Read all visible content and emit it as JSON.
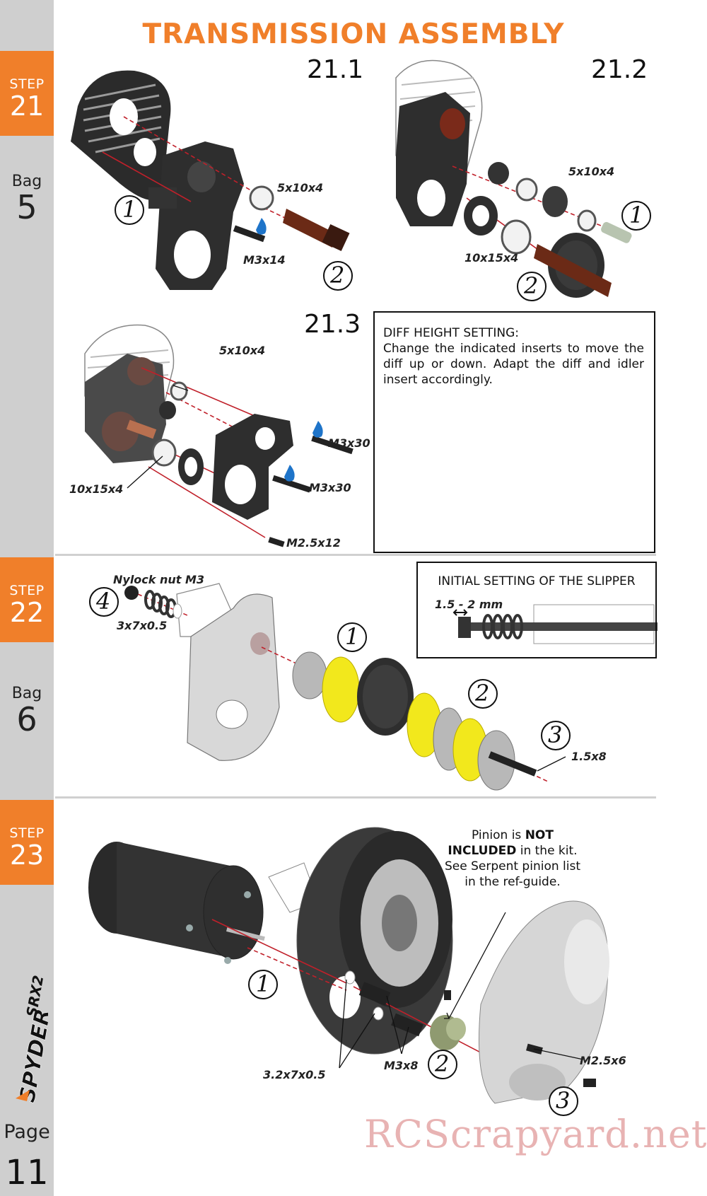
{
  "title": "TRANSMISSION ASSEMBLY",
  "steps": [
    {
      "label": "STEP",
      "number": "21",
      "bag_label": "Bag",
      "bag_number": "5"
    },
    {
      "label": "STEP",
      "number": "22",
      "bag_label": "Bag",
      "bag_number": "6"
    },
    {
      "label": "STEP",
      "number": "23"
    }
  ],
  "page": {
    "label": "Page",
    "number": "11"
  },
  "logo_text": "SPYDER SRX2",
  "substeps": {
    "s211": "21.1",
    "s212": "21.2",
    "s213": "21.3"
  },
  "diff_box": {
    "title": "DIFF HEIGHT SETTING:",
    "text": "Change the indicated inserts to move the diff up or down. Adapt the diff and idler insert accordingly."
  },
  "slipper_box": {
    "title": "INITIAL SETTING OF THE SLIPPER",
    "gap": "1.5 - 2 mm"
  },
  "part_labels": {
    "p1": "5x10x4",
    "p2": "M3x14",
    "p3": "5x10x4",
    "p4": "10x15x4",
    "p5": "5x10x4",
    "p6": "M3x30",
    "p7": "M3x30",
    "p8": "10x15x4",
    "p9": "M2.5x12",
    "p10": "Nylock nut M3",
    "p11": "3x7x0.5",
    "p12": "1.5x8",
    "p13": "3.2x7x0.5",
    "p14": "M3x8",
    "p15": "M2.5x6"
  },
  "callouts": {
    "c1": "1",
    "c2": "2",
    "c3": "1",
    "c4": "2",
    "c5": "1",
    "c6": "2",
    "c7": "3",
    "c8": "4",
    "c9": "1",
    "c10": "2",
    "c11": "3"
  },
  "pinion_note": {
    "pre": "Pinion is ",
    "not": "NOT",
    "included": "INCLUDED",
    "post": " in the kit. See Serpent pinion list in the ref-guide."
  },
  "watermark": "RCScrapyard.net",
  "colors": {
    "accent": "#f07f2a",
    "sidebar": "#cfcfcf",
    "slipper_pad": "#f2e81c",
    "line_red": "#c0202a"
  }
}
